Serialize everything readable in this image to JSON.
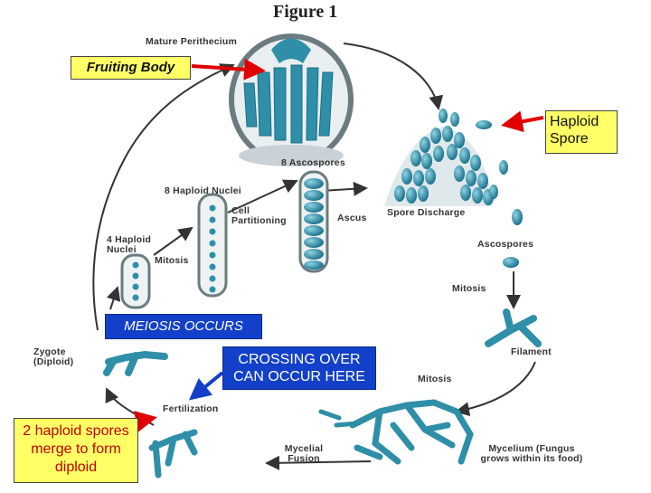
{
  "figure": {
    "title": "Figure 1",
    "stage_labels": {
      "mature_perithecium": "Mature Perithecium",
      "ascospores_8": "8 Ascospores",
      "nuclei_8": "8 Haploid Nuclei",
      "cell_partitioning": "Cell Partitioning",
      "ascus": "Ascus",
      "spore_discharge": "Spore Discharge",
      "nuclei_4": "4 Haploid Nuclei",
      "mitosis_top": "Mitosis",
      "ascospores": "Ascospores",
      "mitosis_right": "Mitosis",
      "filament": "Filament",
      "zygote": "Zygote (Diploid)",
      "mitosis_bottom": "Mitosis",
      "fertilization": "Fertilization",
      "mycelial_fusion": "Mycelial Fusion",
      "mycelium": "Mycelium (Fungus grows within its food)"
    }
  },
  "callouts": {
    "fruiting_body": "Fruiting Body",
    "haploid_spore": "Haploid Spore",
    "meiosis": "MEIOSIS OCCURS",
    "crossing_over": "CROSSING OVER CAN OCCUR HERE",
    "haploid_merge": "2 haploid spores merge to form diploid"
  },
  "colors": {
    "spore_teal": "#2f8fa8",
    "arrow_red": "#e00000",
    "callout_yellow": "#ffff66",
    "callout_blue": "#1340c8"
  }
}
